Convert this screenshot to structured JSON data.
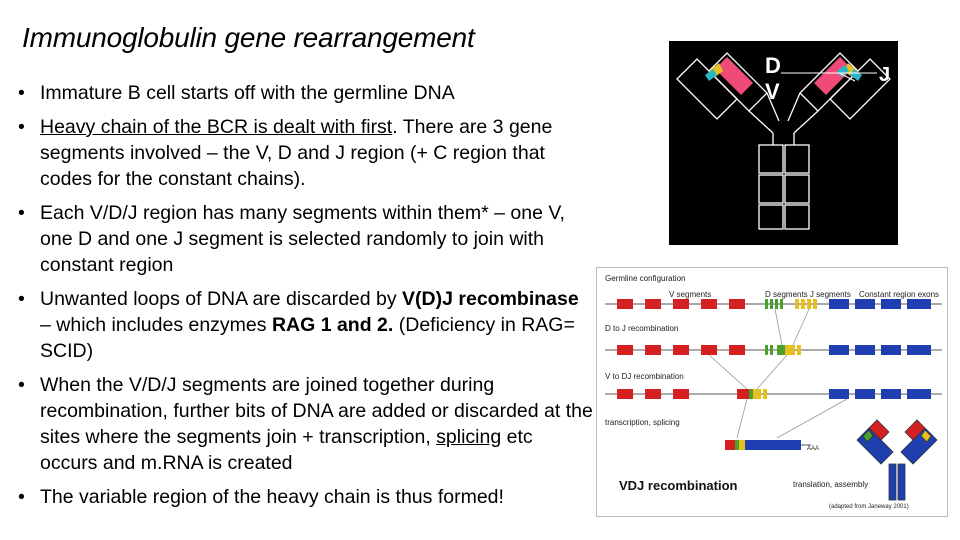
{
  "title": "Immunoglobulin gene rearrangement",
  "bullets": [
    {
      "parts": [
        {
          "t": "Immature B cell starts off with the germline DNA",
          "s": ""
        }
      ]
    },
    {
      "parts": [
        {
          "t": "Heavy chain of the BCR is dealt with first",
          "s": "u"
        },
        {
          "t": ". There are 3 gene segments involved – the V, D and J region (+ C region that codes for the constant chains).",
          "s": ""
        }
      ]
    },
    {
      "parts": [
        {
          "t": "Each V/D/J region has many segments within them* – one V, one D and one J segment is selected randomly to join with constant region",
          "s": ""
        }
      ]
    },
    {
      "parts": [
        {
          "t": "Unwanted loops of DNA are discarded by ",
          "s": ""
        },
        {
          "t": "V(D)J recombinase",
          "s": "b"
        },
        {
          "t": " – which includes enzymes ",
          "s": ""
        },
        {
          "t": "RAG 1 and 2.",
          "s": "b"
        },
        {
          "t": " (Deficiency in RAG= SCID)",
          "s": ""
        }
      ]
    },
    {
      "parts": [
        {
          "t": "When the V/D/J segments are joined together during recombination, further bits of DNA are added or discarded at the sites where the segments join + transcription, ",
          "s": ""
        },
        {
          "t": "splicing",
          "s": "u"
        },
        {
          "t": " etc occurs and m.RNA is created",
          "s": ""
        }
      ]
    },
    {
      "parts": [
        {
          "t": "The variable region of the heavy chain is thus formed!",
          "s": ""
        }
      ]
    }
  ],
  "figure1": {
    "label_d": "D",
    "label_v": "V",
    "label_j": "J"
  },
  "figure2": {
    "germline": "Germline configuration",
    "v_segments": "V segments",
    "dj_segments": "D segments J segments",
    "constant": "Constant region exons",
    "dj_recomb": "D to J recombination",
    "vdj_recomb": "V to DJ recombination",
    "transcription": "transcription, splicing",
    "aaa": "AAA",
    "translation": "translation, assembly",
    "caption": "VDJ recombination",
    "source": "(adapted from Janeway 2001)"
  },
  "colors": {
    "red": "#d42020",
    "blue": "#1f3fb0",
    "green": "#4aa02a",
    "yellow": "#e6c020",
    "pink": "#f04a78"
  }
}
